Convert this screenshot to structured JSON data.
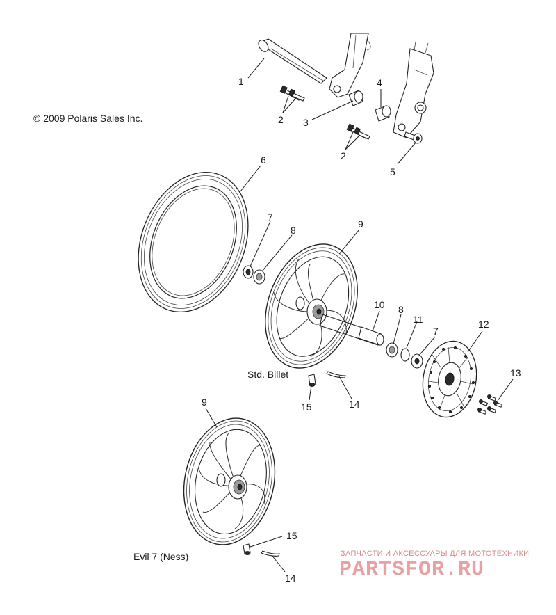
{
  "copyright": "© 2009 Polaris Sales Inc.",
  "captions": {
    "std_billet": "Std. Billet",
    "evil7": "Evil 7  (Ness)"
  },
  "callouts": [
    {
      "id": "c1",
      "text": "1"
    },
    {
      "id": "c2a",
      "text": "2"
    },
    {
      "id": "c2b",
      "text": "2"
    },
    {
      "id": "c3",
      "text": "3"
    },
    {
      "id": "c4",
      "text": "4"
    },
    {
      "id": "c5",
      "text": "5"
    },
    {
      "id": "c6",
      "text": "6"
    },
    {
      "id": "c7a",
      "text": "7"
    },
    {
      "id": "c8a",
      "text": "8"
    },
    {
      "id": "c9a",
      "text": "9"
    },
    {
      "id": "c10",
      "text": "10"
    },
    {
      "id": "c8b",
      "text": "8"
    },
    {
      "id": "c11",
      "text": "11"
    },
    {
      "id": "c7b",
      "text": "7"
    },
    {
      "id": "c12",
      "text": "12"
    },
    {
      "id": "c13",
      "text": "13"
    },
    {
      "id": "c15a",
      "text": "15"
    },
    {
      "id": "c14a",
      "text": "14"
    },
    {
      "id": "c9b",
      "text": "9"
    },
    {
      "id": "c15b",
      "text": "15"
    },
    {
      "id": "c14b",
      "text": "14"
    }
  ],
  "watermark": {
    "tagline": "ЗАПЧАСТИ И АКСЕССУАРЫ ДЛЯ МОТОТЕХНИКИ",
    "logo": "PARTSFOR.RU"
  }
}
